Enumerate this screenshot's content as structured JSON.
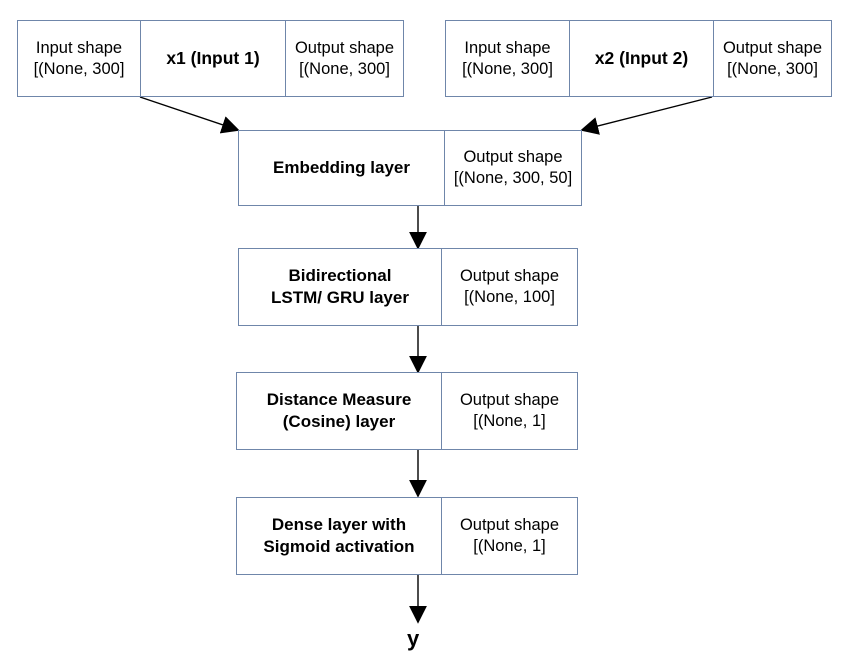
{
  "input1": {
    "input_label": "Input shape",
    "input_value": "[(None, 300]",
    "name": "x1 (Input 1)",
    "output_label": "Output shape",
    "output_value": "[(None, 300]"
  },
  "input2": {
    "input_label": "Input shape",
    "input_value": "[(None, 300]",
    "name": "x2 (Input 2)",
    "output_label": "Output shape",
    "output_value": "[(None, 300]"
  },
  "layers": [
    {
      "name": "Embedding layer",
      "output_label": "Output shape",
      "output_value": "[(None, 300, 50]"
    },
    {
      "name": "Bidirectional\nLSTM/ GRU layer",
      "output_label": "Output shape",
      "output_value": "[(None, 100]"
    },
    {
      "name": "Distance Measure\n(Cosine) layer",
      "output_label": "Output shape",
      "output_value": "[(None, 1]"
    },
    {
      "name": "Dense layer with\nSigmoid activation",
      "output_label": "Output shape",
      "output_value": "[(None, 1]"
    }
  ],
  "output": "y",
  "colors": {
    "border": "#6f86aa",
    "arrow": "#000000"
  }
}
